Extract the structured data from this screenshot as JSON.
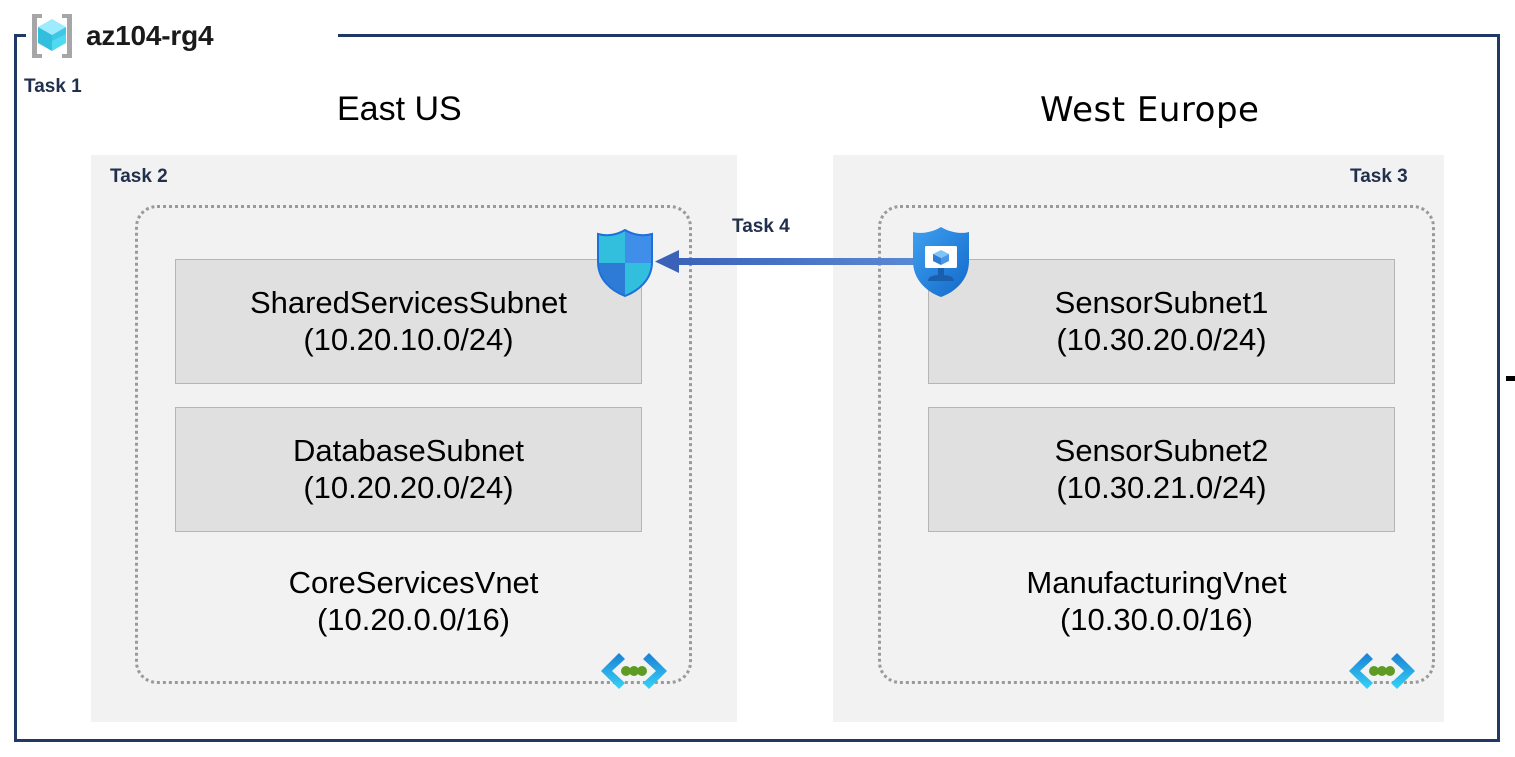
{
  "resource_group": {
    "title": "az104-rg4",
    "icon": "resource-group-cube-icon",
    "task_label": "Task 1",
    "border_color": "#1F3864"
  },
  "regions": [
    {
      "name": "East US",
      "task_label": "Task 2",
      "task_align": "left",
      "background": "#F2F2F2",
      "vnet": {
        "name": "CoreServicesVnet",
        "cidr": "(10.20.0.0/16)",
        "icon": "virtual-network-icon",
        "subnets": [
          {
            "name": "SharedServicesSubnet",
            "cidr": "(10.20.10.0/24)"
          },
          {
            "name": "DatabaseSubnet",
            "cidr": "(10.20.20.0/24)"
          }
        ]
      }
    },
    {
      "name": "West Europe",
      "task_label": "Task 3",
      "task_align": "right",
      "background": "#F2F2F2",
      "vnet": {
        "name": "ManufacturingVnet",
        "cidr": "(10.30.0.0/16)",
        "icon": "virtual-network-icon",
        "subnets": [
          {
            "name": "SensorSubnet1",
            "cidr": "(10.30.20.0/24)"
          },
          {
            "name": "SensorSubnet2",
            "cidr": "(10.30.21.0/24)"
          }
        ]
      }
    }
  ],
  "icons": {
    "nsg": "network-security-group-shield-icon",
    "asg": "application-security-group-icon",
    "vnet": "virtual-network-icon"
  },
  "connection": {
    "task_label": "Task 4",
    "direction": "right-to-left",
    "arrow_color": "#4472C4"
  },
  "colors": {
    "frame": "#1F3864",
    "task_text": "#21314D",
    "region_bg": "#F2F2F2",
    "subnet_bg": "#E0E0E0",
    "subnet_border": "#B5B5B5",
    "vnet_border": "#9A9A9A",
    "arrow": "#4472C4",
    "azure_cyan": "#32BEDD",
    "azure_blue": "#0078D4"
  }
}
